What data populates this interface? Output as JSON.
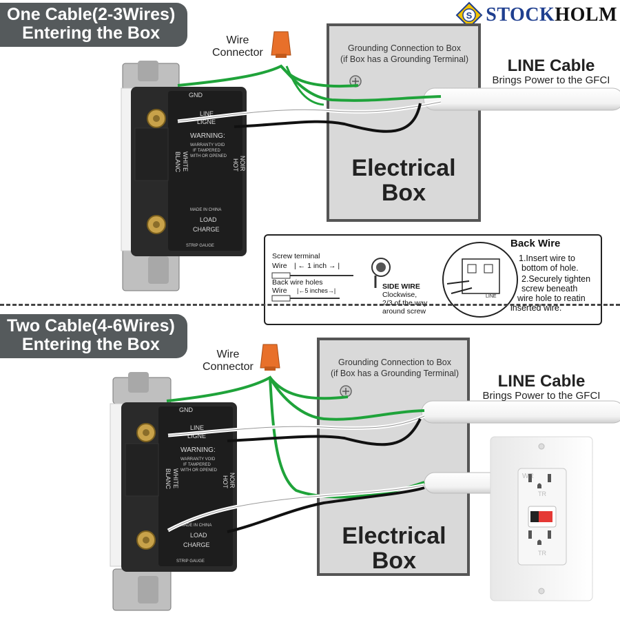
{
  "brand": {
    "name_part1": "STOCK",
    "name_part2": "HOLM",
    "logo_letter": "S"
  },
  "section1": {
    "title_line1": "One Cable(2-3Wires)",
    "title_line2": "Entering the Box",
    "wire_connector_line1": "Wire",
    "wire_connector_line2": "Connector",
    "grounding_line1": "Grounding Connection to Box",
    "grounding_line2": "(if Box has a Grounding Terminal)",
    "line_cable_title": "LINE Cable",
    "line_cable_sub": "Brings Power to the GFCI",
    "box_line1": "Electrical",
    "box_line2": "Box"
  },
  "section2": {
    "title_line1": "Two Cable(4-6Wires)",
    "title_line2": "Entering the Box",
    "wire_connector_line1": "Wire",
    "wire_connector_line2": "Connector",
    "grounding_line1": "Grounding Connection to Box",
    "grounding_line2": "(if Box has a Grounding Terminal)",
    "line_cable_title": "LINE Cable",
    "line_cable_sub": "Brings Power to the GFCI",
    "box_line1": "Electrical",
    "box_line2": "Box"
  },
  "receptacle_labels": {
    "gnd": "GND",
    "line": "LINE",
    "ligne": "LIGNE",
    "warning": "WARNING:",
    "warranty1": "WARRANTY VOID",
    "warranty2": "IF TAMPERED",
    "warranty3": "WITH OR OPENED",
    "white": "WHITE",
    "blanc": "BLANC",
    "hot": "HOT",
    "noir": "NOIR",
    "made_in": "MADE IN CHINA",
    "load": "LOAD",
    "charge": "CHARGE",
    "strip_gauge": "STRIP GAUGE"
  },
  "info_panel": {
    "screw_terminal": "Screw terminal",
    "wire1": "Wire",
    "one_inch": "1 inch",
    "back_wire_holes": "Back wire holes",
    "wire2": "Wire",
    "five_eighths": "5 inches",
    "side_wire_title": "SIDE WIRE",
    "side_wire_1": "Clockwise,",
    "side_wire_2": "2/3 of the way",
    "side_wire_3": "around screw",
    "back_wire_title": "Back Wire",
    "step1_a": "1.Insert wire to",
    "step1_b": "bottom of hole.",
    "step2_a": "2.Securely tighten",
    "step2_b": "screw beneath",
    "step2_c": "wire hole to reatin",
    "step2_d": "inserted wire.",
    "inset_line": "LINE"
  },
  "gfci_outlet": {
    "wr": "WR",
    "tr1": "TR",
    "tr2": "TR"
  },
  "colors": {
    "banner": "#555a5c",
    "box_fill": "#d9d9d9",
    "box_border": "#555555",
    "ground_wire": "#1fa33a",
    "hot_wire": "#111111",
    "neutral_wire": "#ffffff",
    "connector": "#e8702a",
    "brand_blue": "#1f3f8f",
    "brand_gold": "#f2c200"
  }
}
